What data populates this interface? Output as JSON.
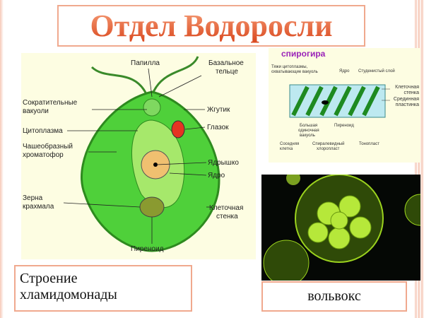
{
  "title": "Отдел Водоросли",
  "chlamydomonas": {
    "labels": {
      "papilla": "Папилла",
      "basal1": "Базальное",
      "basal2": "тельце",
      "vac1": "Сократительные",
      "vac2": "вакуоли",
      "flagellum": "Жгутик",
      "cyto": "Цитоплазма",
      "eyespot": "Глазок",
      "chrom1": "Чашеобразный",
      "chrom2": "хроматофор",
      "nucleolus": "Ядрышко",
      "nucleus": "Ядро",
      "starch1": "Зерна",
      "starch2": "крахмала",
      "wall1": "Клеточная",
      "wall2": "стенка",
      "pyrenoid": "Пиреноид"
    },
    "caption1": "Строение",
    "caption2": "хламидомонады"
  },
  "spirogyra": {
    "title": "спирогира",
    "labels": {
      "strands1": "Тяжи цитоплазмы,",
      "strands2": "охватывающие вакуоль",
      "nucleus": "Ядро",
      "gel": "Студенистый слой",
      "wall1": "Клеточная",
      "wall2": "стенка",
      "mid1": "Срединная",
      "mid2": "пластинка",
      "vac1": "Большая",
      "vac2": "одиночная",
      "vac3": "вакуоль",
      "pyrenoid": "Пиреноид",
      "neigh1": "Соседняя",
      "neigh2": "клетка",
      "chl1": "Спиралевидный",
      "chl2": "хлоропласт",
      "tonoplast": "Тонопласт"
    }
  },
  "volvox": {
    "caption": "вольвокс"
  },
  "colors": {
    "title": "#e2572a",
    "border": "#f0a98e",
    "cell": "#4fd03a",
    "panel_bg": "#fdfde2"
  }
}
